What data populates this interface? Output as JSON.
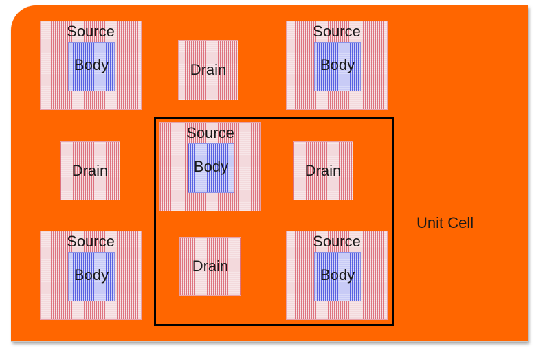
{
  "diagram": {
    "background_color": "#ff6600",
    "source_label": "Source",
    "body_label": "Body",
    "drain_label": "Drain",
    "unit_cell_label": "Unit Cell"
  }
}
